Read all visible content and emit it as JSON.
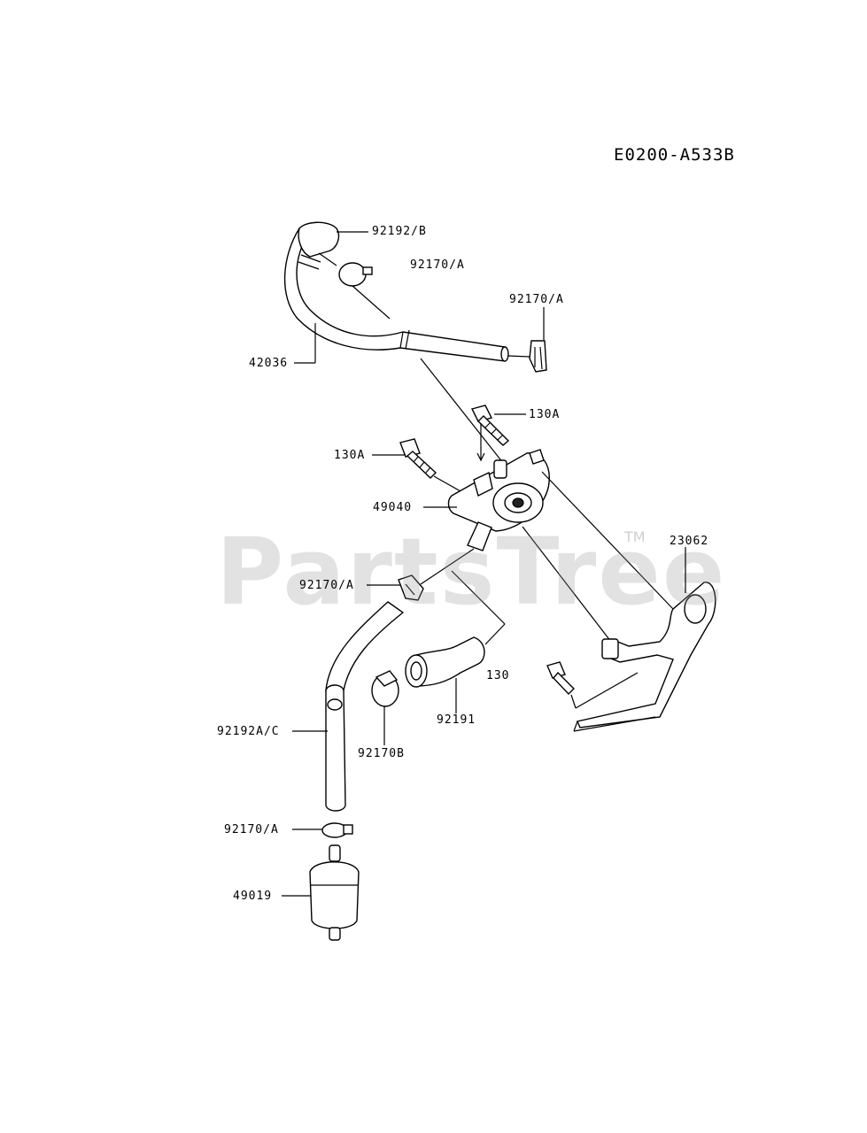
{
  "diagram": {
    "code": "E0200-A533B",
    "watermark": "PartsTree",
    "trademark": "TM"
  },
  "labels": {
    "hose_top_elbow": "92192/B",
    "clamp_upper": "92170/A",
    "clamp_right": "92170/A",
    "hose_main": "42036",
    "bolt_right": "130A",
    "bolt_left": "130A",
    "pump": "49040",
    "bracket": "23062",
    "clamp_mid": "92170/A",
    "bolt_bracket": "130",
    "hose_elbow": "92191",
    "clamp_b": "92170B",
    "hose_lower": "92192A/C",
    "clamp_lower": "92170/A",
    "filter": "49019"
  }
}
